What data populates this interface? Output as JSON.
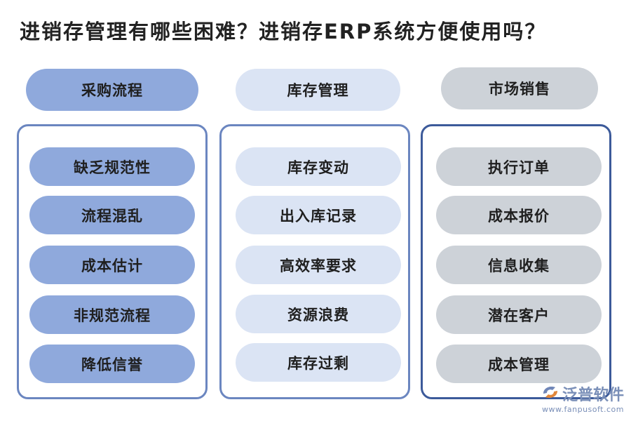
{
  "title": "进销存管理有哪些困难？进销存ERP系统方便使用吗？",
  "columns": [
    {
      "heading": "采购流程",
      "items": [
        "缺乏规范性",
        "流程混乱",
        "成本估计",
        "非规范流程",
        "降低信誉"
      ]
    },
    {
      "heading": "库存管理",
      "items": [
        "库存变动",
        "出入库记录",
        "高效率要求",
        "资源浪费",
        "库存过剩"
      ]
    },
    {
      "heading": "市场销售",
      "items": [
        "执行订单",
        "成本报价",
        "信息收集",
        "潜在客户",
        "成本管理"
      ]
    }
  ],
  "logo": {
    "name": "泛普软件",
    "url": "www.fanpusoft.com"
  }
}
